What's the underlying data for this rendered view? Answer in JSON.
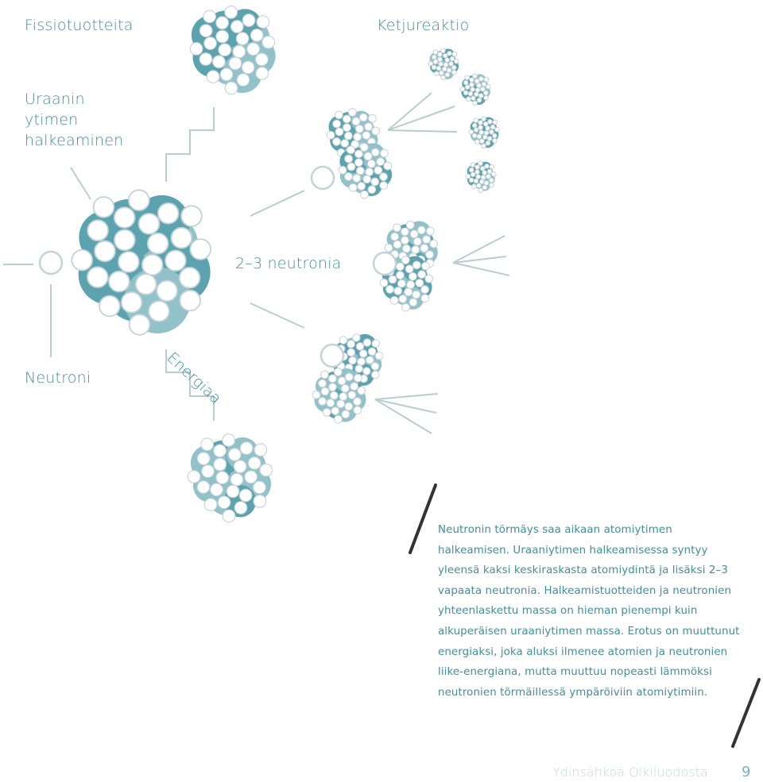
{
  "labels": {
    "fission_products": "Fissiotuotteita",
    "chain_reaction": "Ketjureaktio",
    "uranium_split": "Uraanin ytimen halkeaminen",
    "neutrons_2_3": "2–3 neutronia",
    "neutron": "Neutroni",
    "energy": "Energiaa"
  },
  "paragraph": "Neutronin törmäys saa aikaan atomiytimen halkeamisen. Uraaniytimen halkeamisessa syntyy yleensä kaksi keskiraskasta atomiydintä ja lisäksi 2–3 vapaata neutronia. Halkeamistuotteiden ja neutronien yhteenlaskettu massa on hieman pienempi kuin alkuperäisen uraaniytimen massa. Erotus on muuttunut energiaksi, joka aluksi ilmenee atomien ja neutronien liike-energiana, mutta muuttuu nopeasti lämmöksi neutronien törmäillessä ympäröiviin atomiytimiin.",
  "footer": {
    "title": "Ydinsähköä Olkiluodosta",
    "page_number": "9"
  },
  "colors": {
    "dark_teal": "#5ba3ae",
    "light_teal": "#91c2ca",
    "neutron_fill": "#ffffff",
    "neutron_stroke": "#c4d3d7",
    "line": "#b9cdcf",
    "text": "#3f8f9b",
    "slash": "#333333"
  }
}
